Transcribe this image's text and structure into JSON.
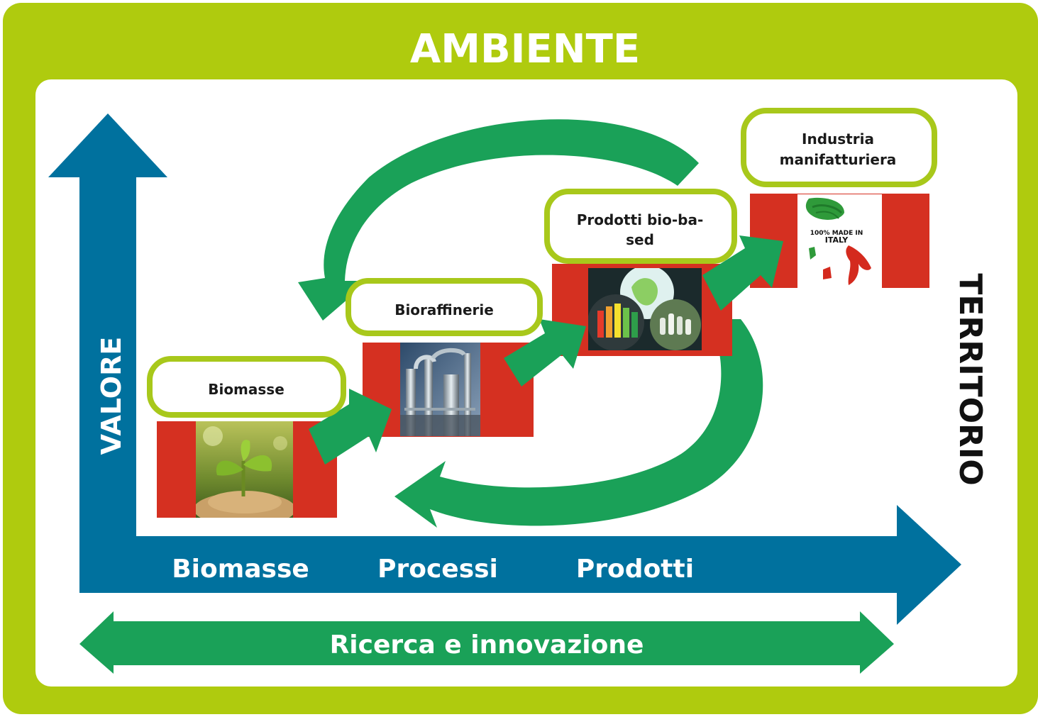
{
  "title": "AMBIENTE",
  "side_label": "TERRITORIO",
  "y_axis_label": "VALORE",
  "x_axis_labels": [
    "Biomasse",
    "Processi",
    "Prodotti"
  ],
  "bottom_band_label": "Ricerca e innovazione",
  "steps": [
    {
      "label_lines": [
        "Biomasse"
      ],
      "image": "plant-sprout-pellets"
    },
    {
      "label_lines": [
        "Bioraffinerie"
      ],
      "image": "industrial-plant"
    },
    {
      "label_lines": [
        "Prodotti bio-ba-",
        "sed"
      ],
      "image": "bio-based-products"
    },
    {
      "label_lines": [
        "Industria",
        "manifatturiera"
      ],
      "image": "made-in-italy-map"
    }
  ],
  "made_in_italy_text": [
    "100% MADE IN",
    "ITALY"
  ],
  "colors": {
    "frame_green": "#afcb0e",
    "blue": "#00719e",
    "arrow_green": "#1aa158",
    "block_red": "#d53021",
    "label_border": "#a8c81b"
  }
}
